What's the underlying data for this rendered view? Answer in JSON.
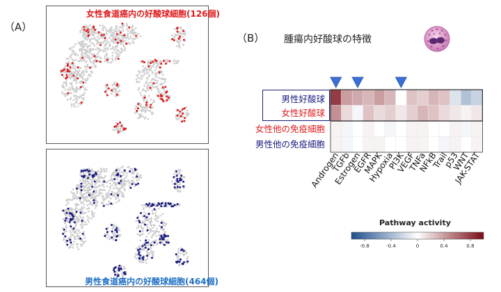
{
  "panel_a": {
    "label": "（A）",
    "female_plot_title": "女性食道癌内の好酸球細胞(126個)",
    "male_plot_title": "男性食道癌内の好酸球細胞(464個)"
  },
  "panel_b": {
    "label": "（B）",
    "title": "腫瘍内好酸球の特徴"
  },
  "colors": {
    "female": "#e0191a",
    "male": "#1a1a80",
    "male_plot_title": "#1f6fc4",
    "umap_background": "#cfcfcf",
    "triangle": "#3b6fd6"
  },
  "chart_data": {
    "type": "heatmap",
    "rows": [
      "男性好酸球",
      "女性好酸球",
      "女性他の免疫細胞",
      "男性他の免疫細胞"
    ],
    "row_colors": [
      "#1a1a80",
      "#e0191a",
      "#e0191a",
      "#1a1a80"
    ],
    "boxed_rows": [
      0,
      1
    ],
    "columns": [
      "Androgen",
      "TGFb",
      "Estrogen",
      "EGFR",
      "MAPK",
      "Hypoxia",
      "PI3K",
      "VEGF",
      "TNFa",
      "NFkB",
      "Trail",
      "p53",
      "WNT",
      "JAK-STAT"
    ],
    "highlighted_columns": [
      "Androgen",
      "Estrogen",
      "PI3K"
    ],
    "values": [
      [
        0.8,
        0.4,
        0.35,
        0.3,
        0.4,
        0.3,
        0.0,
        0.25,
        0.2,
        0.3,
        0.25,
        -0.15,
        -0.35,
        -0.25
      ],
      [
        0.45,
        0.15,
        -0.05,
        0.25,
        0.15,
        0.2,
        0.1,
        0.2,
        0.3,
        0.25,
        0.15,
        0.1,
        0.05,
        0.1
      ],
      [
        0.05,
        -0.05,
        0.0,
        0.05,
        0.0,
        -0.05,
        0.0,
        0.05,
        0.05,
        0.0,
        0.0,
        0.05,
        -0.05,
        0.05
      ],
      [
        0.05,
        -0.05,
        0.0,
        0.05,
        0.05,
        0.0,
        0.0,
        0.05,
        0.05,
        0.0,
        -0.05,
        0.05,
        0.0,
        0.05
      ]
    ],
    "colorbar": {
      "title": "Pathway activity",
      "range": [
        -1,
        1
      ],
      "ticks": [
        -0.8,
        -0.4,
        0,
        0.4,
        0.8
      ],
      "tick_labels": [
        "-0.8",
        "-0.4",
        "0",
        "0.4",
        "0.8"
      ],
      "low_color": "#1f4e8c",
      "mid_color": "#ffffff",
      "high_color": "#7a0a14"
    }
  }
}
